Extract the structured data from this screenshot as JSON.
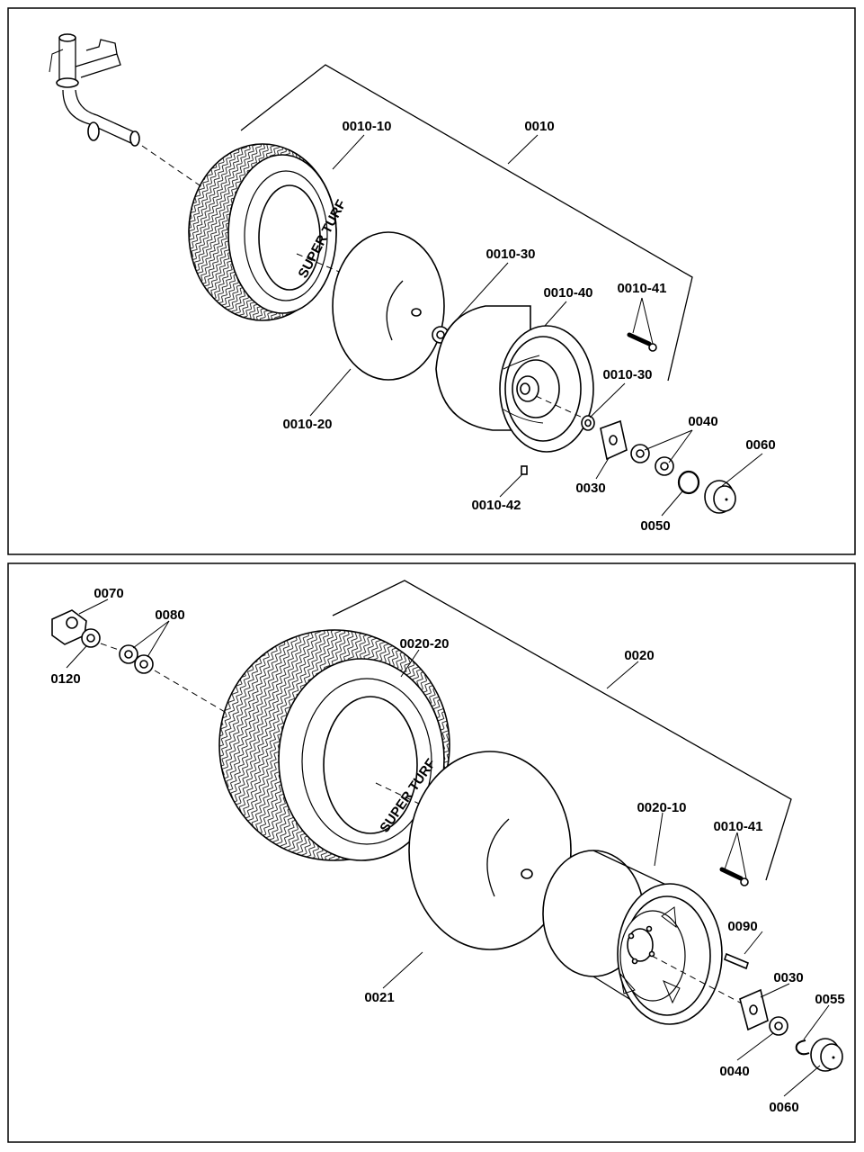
{
  "panels": [
    {
      "labels": {
        "l_0010": "0010",
        "l_0010_10": "0010-10",
        "l_0010_30a": "0010-30",
        "l_0010_40": "0010-40",
        "l_0010_41": "0010-41",
        "l_0010_30b": "0010-30",
        "l_0040": "0040",
        "l_0060": "0060",
        "l_0010_20": "0010-20",
        "l_0030": "0030",
        "l_0010_42": "0010-42",
        "l_0050": "0050"
      },
      "tire_sidewall_text": "SUPER TURF"
    },
    {
      "labels": {
        "l_0070": "0070",
        "l_0080": "0080",
        "l_0120": "0120",
        "l_0020_20": "0020-20",
        "l_0020": "0020",
        "l_0020_10": "0020-10",
        "l_0010_41": "0010-41",
        "l_0090": "0090",
        "l_0030": "0030",
        "l_0055": "0055",
        "l_0040": "0040",
        "l_0060": "0060",
        "l_0021": "0021"
      },
      "tire_sidewall_text": "SUPER TURF"
    }
  ],
  "colors": {
    "line": "#000000",
    "background": "#ffffff"
  }
}
